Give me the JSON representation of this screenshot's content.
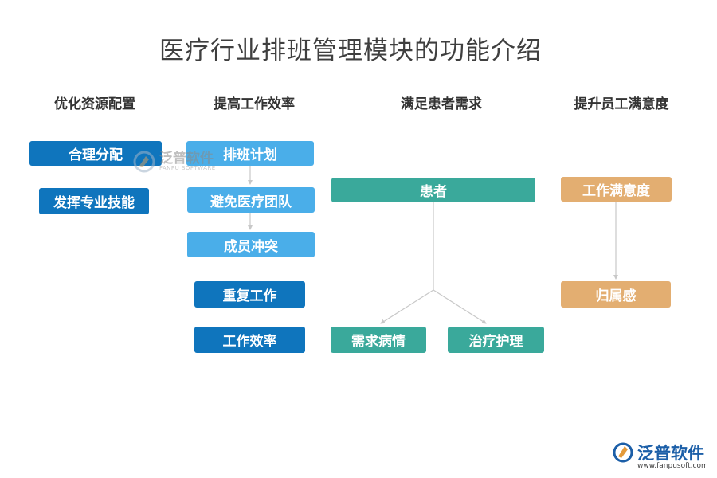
{
  "title": "医疗行业排班管理模块的功能介绍",
  "columns": {
    "c1": "优化资源配置",
    "c2": "提高工作效率",
    "c3": "满足患者需求",
    "c4": "提升员工满意度"
  },
  "nodes": {
    "allocation": "合理分配",
    "expertise": "发挥专业技能",
    "schedule": "排班计划",
    "avoid_team": "避免医疗团队",
    "member_conflict": "成员冲突",
    "repetitive_work": "重复工作",
    "work_efficiency": "工作效率",
    "patient": "患者",
    "demand_condition": "需求病情",
    "treatment_care": "治疗护理",
    "job_satisfaction": "工作满意度",
    "belonging": "归属感"
  },
  "watermark": {
    "name": "泛普软件",
    "sub": "FANPU SOFTWARE"
  },
  "logo": {
    "name": "泛普软件",
    "url": "www.fanpusoft.com"
  },
  "colors": {
    "dark_blue": "#0f75bd",
    "light_blue": "#4aaee9",
    "teal": "#3aa99b",
    "tan": "#e3ae71",
    "connector": "#c8c8c8"
  }
}
